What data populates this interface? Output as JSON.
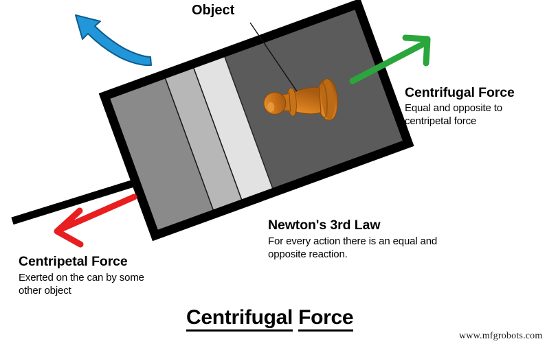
{
  "diagram": {
    "title": "Centrifugal Force",
    "title_words": [
      "Centrifugal",
      "Force"
    ],
    "watermark": "www.mfgrobots.com",
    "object_label": "Object",
    "annotations": [
      {
        "id": "centrifugal",
        "heading": "Centrifugal Force",
        "lines": [
          "Equal and opposite to",
          "centripetal force"
        ],
        "arrow_color": "#2aa63c",
        "arrow_name": "green-arrow-centrifugal",
        "arrow_direction": "up-right"
      },
      {
        "id": "centripetal",
        "heading": "Centripetal Force",
        "lines": [
          "Exerted on the can by some",
          "other object"
        ],
        "arrow_color": "#e81e20",
        "arrow_name": "red-arrow-centripetal",
        "arrow_direction": "down-left"
      },
      {
        "id": "newtons-third-law",
        "heading": "Newton's 3rd Law",
        "lines": [
          "For every action there is an equal and",
          "opposite reaction."
        ],
        "arrow_color": null,
        "arrow_name": null,
        "arrow_direction": null
      }
    ],
    "rotation_arrow": {
      "name": "blue-rotation-arrow",
      "color": "#2196d8",
      "outline": "#14628f",
      "direction": "curved-left"
    },
    "can": {
      "name": "rotating-can",
      "border_color": "#000000",
      "rotation_deg": -20,
      "stripes": [
        {
          "name": "stripe-gray-mid",
          "color": "#8a8a8a"
        },
        {
          "name": "stripe-gray-light",
          "color": "#b7b7b7"
        },
        {
          "name": "stripe-white",
          "color": "#e2e2e2"
        },
        {
          "name": "stripe-gray-dark",
          "color": "#5b5b5b"
        }
      ]
    },
    "chess_piece": {
      "name": "orange-chess-pawn",
      "color_light": "#e4902f",
      "color_mid": "#d2791e",
      "color_dark": "#ab5e12"
    },
    "tether": {
      "name": "tether-rod",
      "color": "#000000"
    }
  }
}
